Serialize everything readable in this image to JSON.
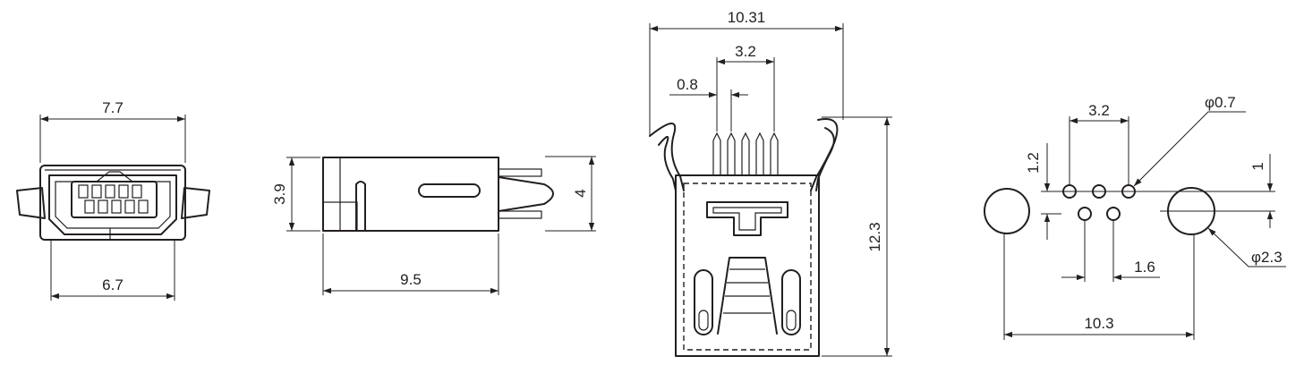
{
  "views": {
    "front": {
      "width_top": "7.7",
      "width_bottom": "6.7"
    },
    "side": {
      "height_left": "3.9",
      "height_right": "4",
      "length": "9.5"
    },
    "top": {
      "overall_width": "10.31",
      "pin_span": "3.2",
      "pin_pitch": "0.8",
      "height": "12.3"
    },
    "footprint": {
      "row_spacing": "1.2",
      "pin_span": "3.2",
      "hole_diameter": "φ0.7",
      "row_offset": "1",
      "peg_diameter": "φ2.3",
      "pitch": "1.6",
      "peg_spacing": "10.3"
    }
  },
  "colors": {
    "line": "#231f20",
    "background": "#ffffff"
  }
}
